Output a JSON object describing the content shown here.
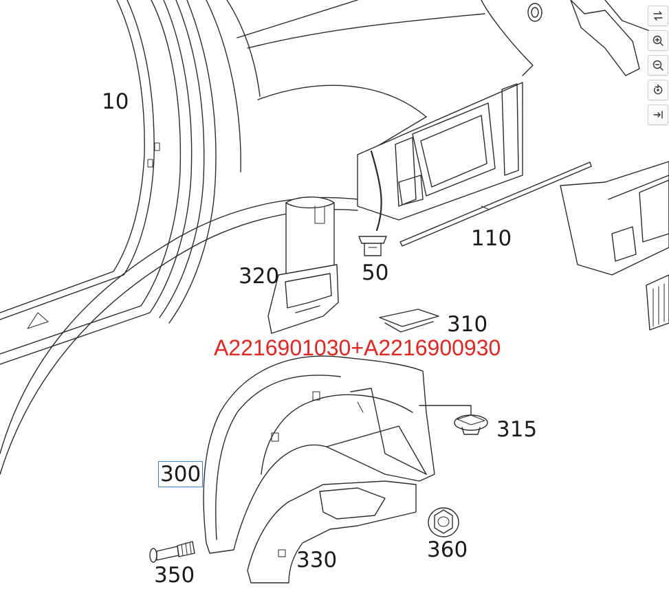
{
  "diagram": {
    "callouts": [
      {
        "id": "10",
        "label": "10"
      },
      {
        "id": "50",
        "label": "50"
      },
      {
        "id": "110",
        "label": "110"
      },
      {
        "id": "300",
        "label": "300",
        "selected": true
      },
      {
        "id": "310",
        "label": "310"
      },
      {
        "id": "315",
        "label": "315"
      },
      {
        "id": "320",
        "label": "320"
      },
      {
        "id": "330",
        "label": "330"
      },
      {
        "id": "350",
        "label": "350"
      },
      {
        "id": "360",
        "label": "360"
      }
    ],
    "part_number": "A2216901030+A2216900930",
    "colors": {
      "line": "#2a2a2a",
      "part_number": "#e4261f",
      "selection": "#3a7bd5"
    }
  },
  "toolbar": {
    "buttons": [
      {
        "name": "swap-icon",
        "icon": "⇋"
      },
      {
        "name": "zoom-in-icon",
        "icon": "⊕"
      },
      {
        "name": "zoom-out-icon",
        "icon": "⊖"
      },
      {
        "name": "rotate-icon",
        "icon": "↻"
      },
      {
        "name": "collapse-icon",
        "icon": "⇥"
      }
    ]
  }
}
